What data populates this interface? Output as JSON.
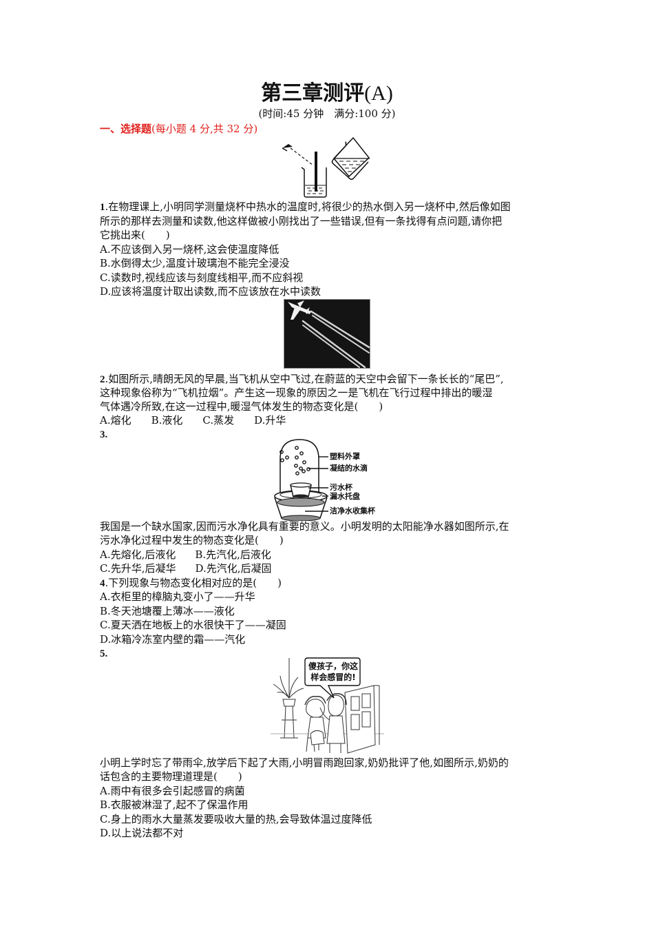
{
  "header": {
    "title_cn": "第三章测评",
    "title_suffix": "(A)",
    "subtitle": "(时间:45 分钟　满分:100 分)"
  },
  "section": {
    "label": "一、选择题",
    "note": "(每小题 4 分,共 32 分)",
    "color": "#e0201c"
  },
  "questions": [
    {
      "number": "1",
      "stem_lines": [
        ".在物理课上,小明同学测量烧杯中热水的温度时,将很少的热水倒入另一烧杯中,然后像如图",
        "所示的那样去测量和读数,他这样做被小刚找出了一些错误,但有一条找得有点问题,请你把",
        "它挑出来(　　)"
      ],
      "options": [
        "A.不应该倒入另一烧杯,这会使温度降低",
        "B.水倒得太少,温度计玻璃泡不能完全浸没",
        "C.读数时,视线应该与刻度线相平,而不应斜视",
        "D.应该将温度计取出读数,而不应该放在水中读数"
      ],
      "figure": "thermometer-beaker-diagram"
    },
    {
      "number": "2",
      "stem_lines": [
        ".如图所示,晴朗无风的早晨,当飞机从空中飞过,在蔚蓝的天空中会留下一条长长的“尾巴”,",
        "这种现象俗称为“飞机拉烟”。产生这一现象的原因之一是飞机在飞行过程中排出的暖湿",
        "气体遇冷所致,在这一过程中,暖湿气体发生的物态变化是(　　)"
      ],
      "options": [
        "A.熔化",
        "B.液化",
        "C.蒸发",
        "D.升华"
      ],
      "figure": "airplane-contrail-photo"
    },
    {
      "number": "3",
      "stem_lines": [
        "我国是一个缺水国家,因而污水净化具有重要的意义。小明发明的太阳能净水器如图所示,在",
        "污水净化过程中发生的物态变化是(　　)"
      ],
      "options": [
        "A.先熔化,后液化",
        "B.先汽化,后液化",
        "C.先升华,后凝华",
        "D.先汽化,后凝固"
      ],
      "figure": "solar-water-purifier-diagram",
      "figure_labels": [
        "塑料外罩",
        "凝结的水滴",
        "污水杯",
        "漏水托盘",
        "洁净水收集杯"
      ]
    },
    {
      "number": "4",
      "stem_lines": [
        ".下列现象与物态变化相对应的是(　　)"
      ],
      "options": [
        "A.衣柜里的樟脑丸变小了——升华",
        "B.冬天池塘覆上薄冰——液化",
        "C.夏天洒在地板上的水很快干了——凝固",
        "D.冰箱冷冻室内壁的霜——汽化"
      ]
    },
    {
      "number": "5",
      "stem_lines": [
        "小明上学时忘了带雨伞,放学后下起了大雨,小明冒雨跑回家,奶奶批评了他,如图所示,奶奶的",
        "话包含的主要物理道理是(　　)"
      ],
      "options": [
        "A.雨中有很多会引起感冒的病菌",
        "B.衣服被淋湿了,起不了保温作用",
        "C.身上的雨水大量蒸发要吸收大量的热,会导致体温过度降低",
        "D.以上说法都不对"
      ],
      "figure": "grandma-scolding-cartoon",
      "speech_bubble": [
        "傻孩子，你这",
        "样会感冒的!"
      ]
    }
  ]
}
